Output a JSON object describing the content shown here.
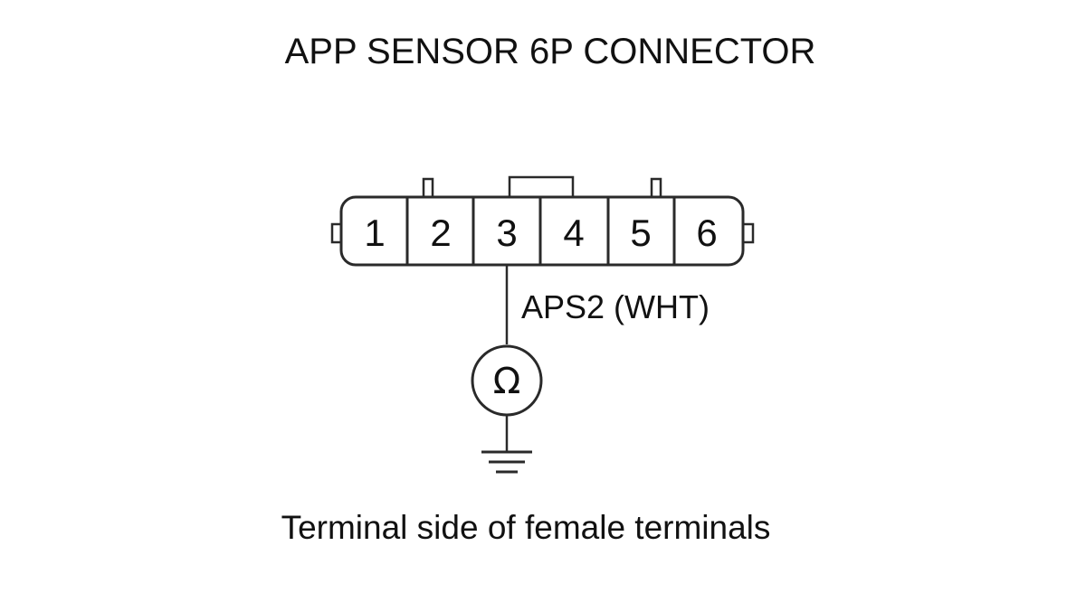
{
  "title": "APP SENSOR 6P CONNECTOR",
  "connector": {
    "pins": [
      "1",
      "2",
      "3",
      "4",
      "5",
      "6"
    ]
  },
  "wire_label": "APS2 (WHT)",
  "meter_symbol": "Ω",
  "caption": "Terminal side of female terminals",
  "icons": {
    "meter": "ohmmeter-icon",
    "ground": "ground-icon"
  }
}
